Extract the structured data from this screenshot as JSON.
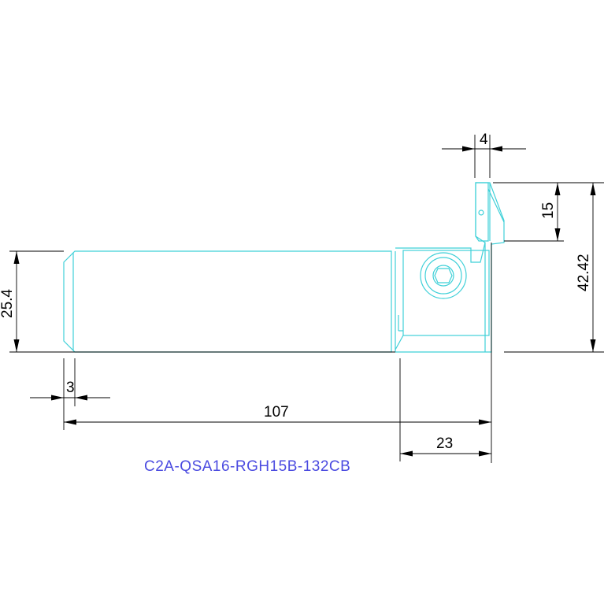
{
  "dimensions": {
    "top_width": "4",
    "insert_height": "15",
    "overall_height": "42.42",
    "shank_height": "25.4",
    "chamfer": "3",
    "overall_length": "107",
    "head_length": "23"
  },
  "part_number": "C2A-QSA16-RGH15B-132CB",
  "colors": {
    "outline": "#3fd0d8",
    "dimension": "#000000",
    "part_number": "#4a4ae0"
  }
}
